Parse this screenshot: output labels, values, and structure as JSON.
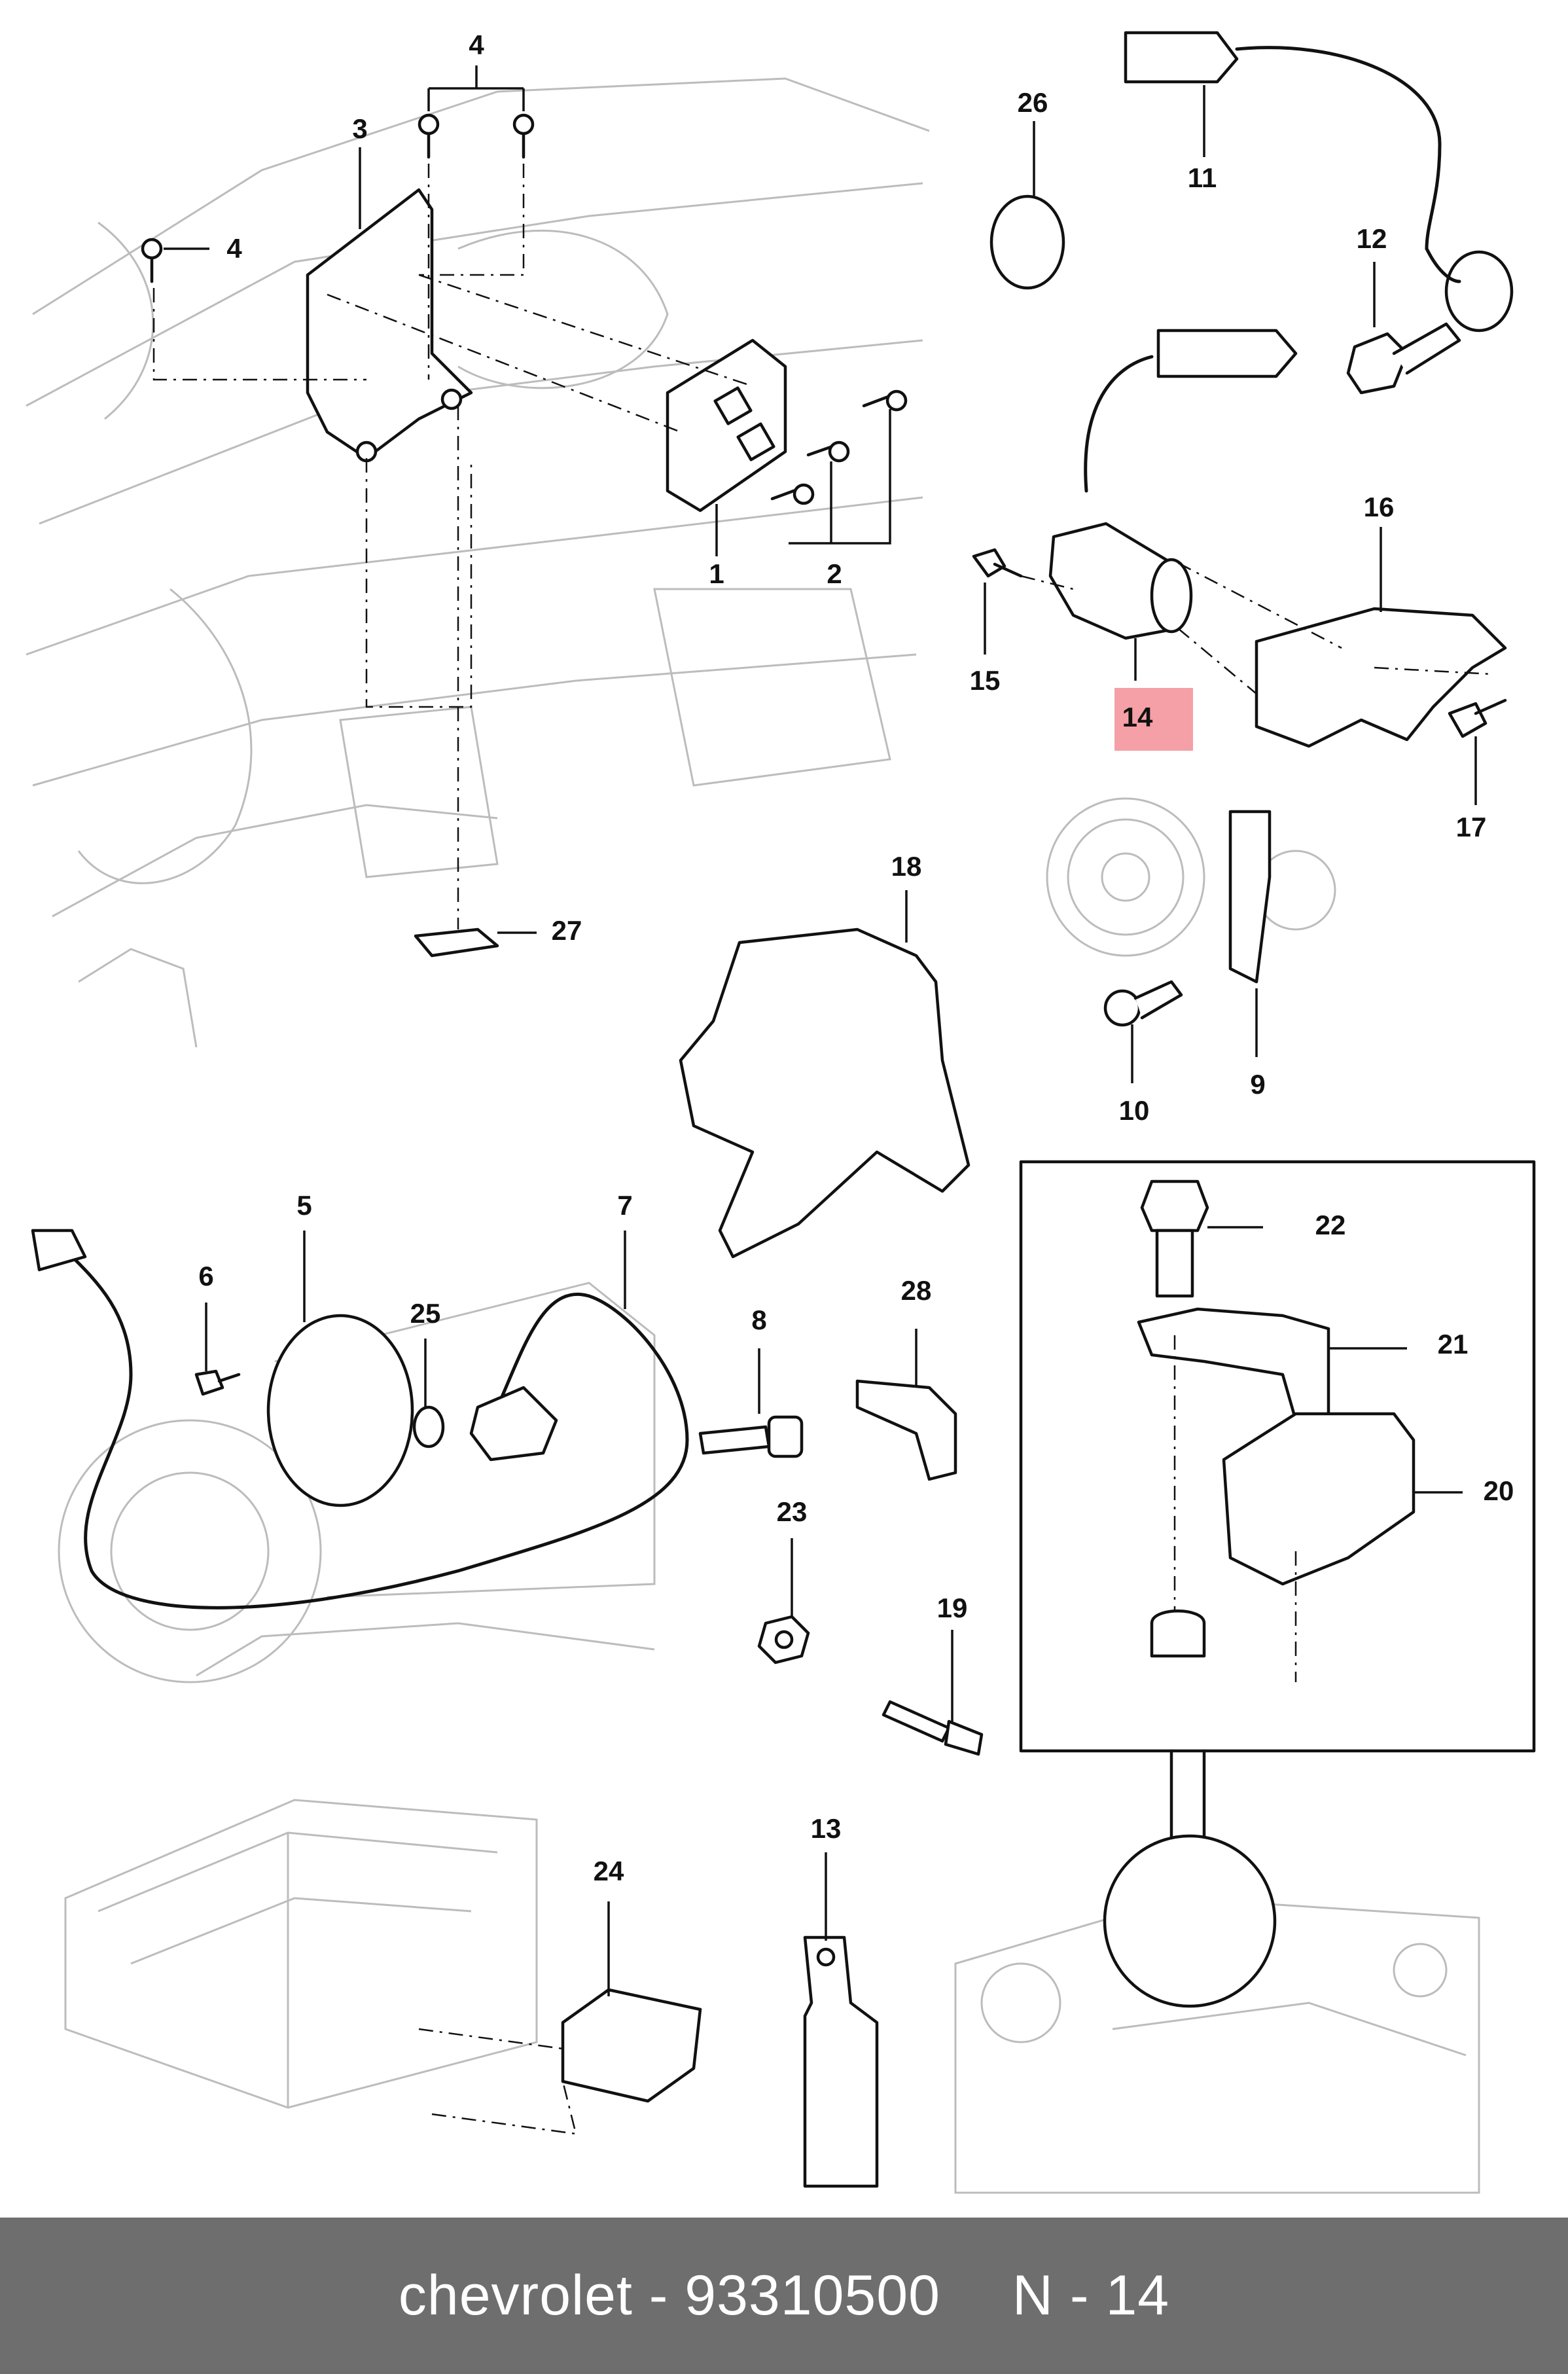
{
  "diagram": {
    "callouts": [
      {
        "id": "1",
        "label": "1"
      },
      {
        "id": "2",
        "label": "2"
      },
      {
        "id": "3",
        "label": "3"
      },
      {
        "id": "4a",
        "label": "4"
      },
      {
        "id": "4b",
        "label": "4"
      },
      {
        "id": "5",
        "label": "5"
      },
      {
        "id": "6",
        "label": "6"
      },
      {
        "id": "7",
        "label": "7"
      },
      {
        "id": "8",
        "label": "8"
      },
      {
        "id": "9",
        "label": "9"
      },
      {
        "id": "10",
        "label": "10"
      },
      {
        "id": "11",
        "label": "11"
      },
      {
        "id": "12",
        "label": "12"
      },
      {
        "id": "13",
        "label": "13"
      },
      {
        "id": "14",
        "label": "14",
        "highlighted": true
      },
      {
        "id": "15",
        "label": "15"
      },
      {
        "id": "16",
        "label": "16"
      },
      {
        "id": "17",
        "label": "17"
      },
      {
        "id": "18",
        "label": "18"
      },
      {
        "id": "19",
        "label": "19"
      },
      {
        "id": "20",
        "label": "20"
      },
      {
        "id": "21",
        "label": "21"
      },
      {
        "id": "22",
        "label": "22"
      },
      {
        "id": "23",
        "label": "23"
      },
      {
        "id": "24",
        "label": "24"
      },
      {
        "id": "25",
        "label": "25"
      },
      {
        "id": "26",
        "label": "26"
      },
      {
        "id": "27",
        "label": "27"
      },
      {
        "id": "28",
        "label": "28"
      }
    ]
  },
  "footer": {
    "brand_part": "chevrolet - 93310500",
    "position": "N - 14"
  },
  "colors": {
    "highlight": "#f4a0a6",
    "footer_bg": "#6e6e6e",
    "footer_text": "#ffffff",
    "ghost_lines": "#bcbcbc"
  }
}
